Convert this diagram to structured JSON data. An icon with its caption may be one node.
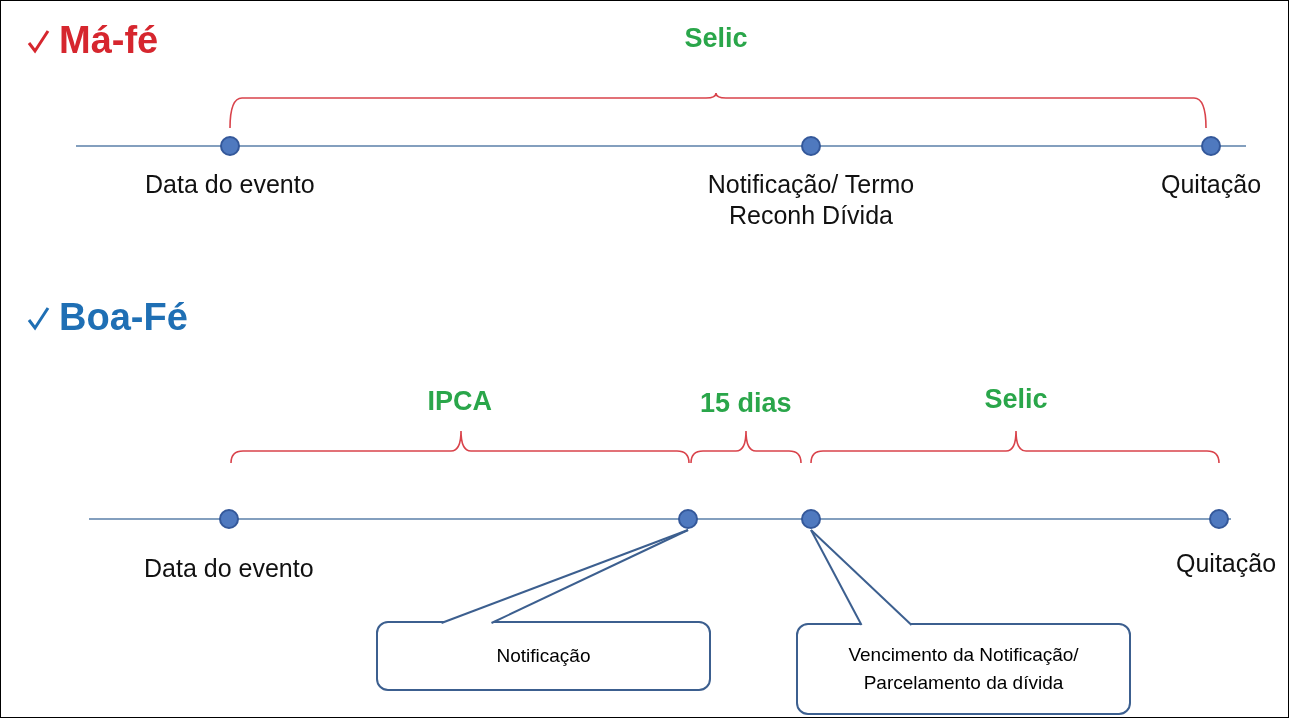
{
  "diagram": {
    "nodes": [
      {
        "text": [],
        "shape": "circle",
        "beside": [
          "Data do evento"
        ]
      },
      {
        "text": [],
        "shape": "circle",
        "beside": [
          "Notificação/ Termo Reconh Dívida"
        ]
      },
      {
        "text": [],
        "shape": "circle",
        "beside": [
          "Quitação"
        ]
      },
      {
        "text": [],
        "shape": "circle",
        "beside": [
          "Data do evento"
        ]
      },
      {
        "text": [],
        "shape": "circle"
      },
      {
        "text": [],
        "shape": "circle"
      },
      {
        "text": [],
        "shape": "circle",
        "beside": [
          "Quitação"
        ]
      },
      {
        "text": [
          "Notificação"
        ]
      },
      {
        "text": [
          "Vencimento da Notificação/ Parcelamento da dívida"
        ]
      }
    ],
    "edges": [
      {
        "from": 7,
        "to": 4,
        "arrow": "none"
      },
      {
        "from": 8,
        "to": 5,
        "arrow": "none"
      }
    ],
    "labels": [
      "Má-fé",
      "Selic",
      "Boa-Fé",
      "IPCA",
      "15 dias",
      "Selic"
    ]
  }
}
